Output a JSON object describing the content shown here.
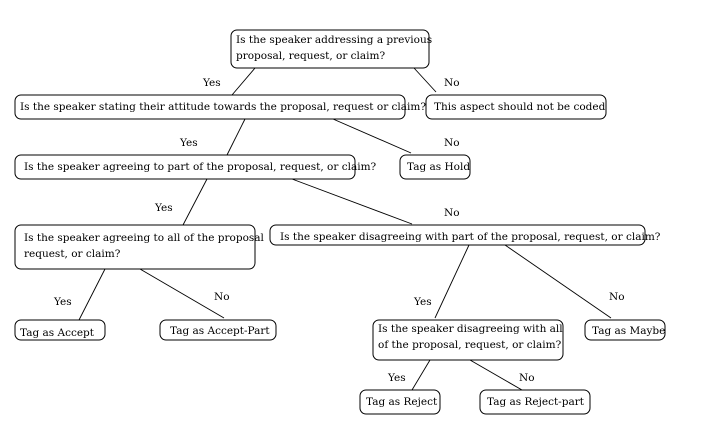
{
  "nodes": [
    {
      "id": "q-addressing",
      "lines": [
        "Is the speaker addressing a previous",
        "proposal, request, or claim?"
      ]
    },
    {
      "id": "q-attitude",
      "lines": [
        "Is the speaker stating their attitude towards the proposal, request or claim?"
      ]
    },
    {
      "id": "not-coded",
      "lines": [
        "This aspect should not be coded"
      ]
    },
    {
      "id": "q-agree-part",
      "lines": [
        "Is the speaker agreeing to part of the proposal, request, or claim?"
      ]
    },
    {
      "id": "tag-hold",
      "lines": [
        "Tag as Hold"
      ]
    },
    {
      "id": "q-agree-all",
      "lines": [
        "Is the speaker agreeing to all of the proposal",
        "request, or claim?"
      ]
    },
    {
      "id": "q-disagree-part",
      "lines": [
        "Is the speaker disagreeing with part of the proposal, request, or claim?"
      ]
    },
    {
      "id": "tag-accept",
      "lines": [
        "Tag as Accept"
      ]
    },
    {
      "id": "tag-accept-part",
      "lines": [
        "Tag as Accept-Part"
      ]
    },
    {
      "id": "q-disagree-all",
      "lines": [
        "Is the speaker disagreeing with all",
        "of the proposal, request, or claim?"
      ]
    },
    {
      "id": "tag-maybe",
      "lines": [
        "Tag as Maybe"
      ]
    },
    {
      "id": "tag-reject",
      "lines": [
        "Tag as Reject"
      ]
    },
    {
      "id": "tag-reject-part",
      "lines": [
        "Tag as Reject-part"
      ]
    }
  ],
  "edges": [
    {
      "from": "q-addressing",
      "to": "q-attitude",
      "label": "Yes"
    },
    {
      "from": "q-addressing",
      "to": "not-coded",
      "label": "No"
    },
    {
      "from": "q-attitude",
      "to": "q-agree-part",
      "label": "Yes"
    },
    {
      "from": "q-attitude",
      "to": "tag-hold",
      "label": "No"
    },
    {
      "from": "q-agree-part",
      "to": "q-agree-all",
      "label": "Yes"
    },
    {
      "from": "q-agree-part",
      "to": "q-disagree-part",
      "label": "No"
    },
    {
      "from": "q-agree-all",
      "to": "tag-accept",
      "label": "Yes"
    },
    {
      "from": "q-agree-all",
      "to": "tag-accept-part",
      "label": "No"
    },
    {
      "from": "q-disagree-part",
      "to": "q-disagree-all",
      "label": "Yes"
    },
    {
      "from": "q-disagree-part",
      "to": "tag-maybe",
      "label": "No"
    },
    {
      "from": "q-disagree-all",
      "to": "tag-reject",
      "label": "Yes"
    },
    {
      "from": "q-disagree-all",
      "to": "tag-reject-part",
      "label": "No"
    }
  ]
}
